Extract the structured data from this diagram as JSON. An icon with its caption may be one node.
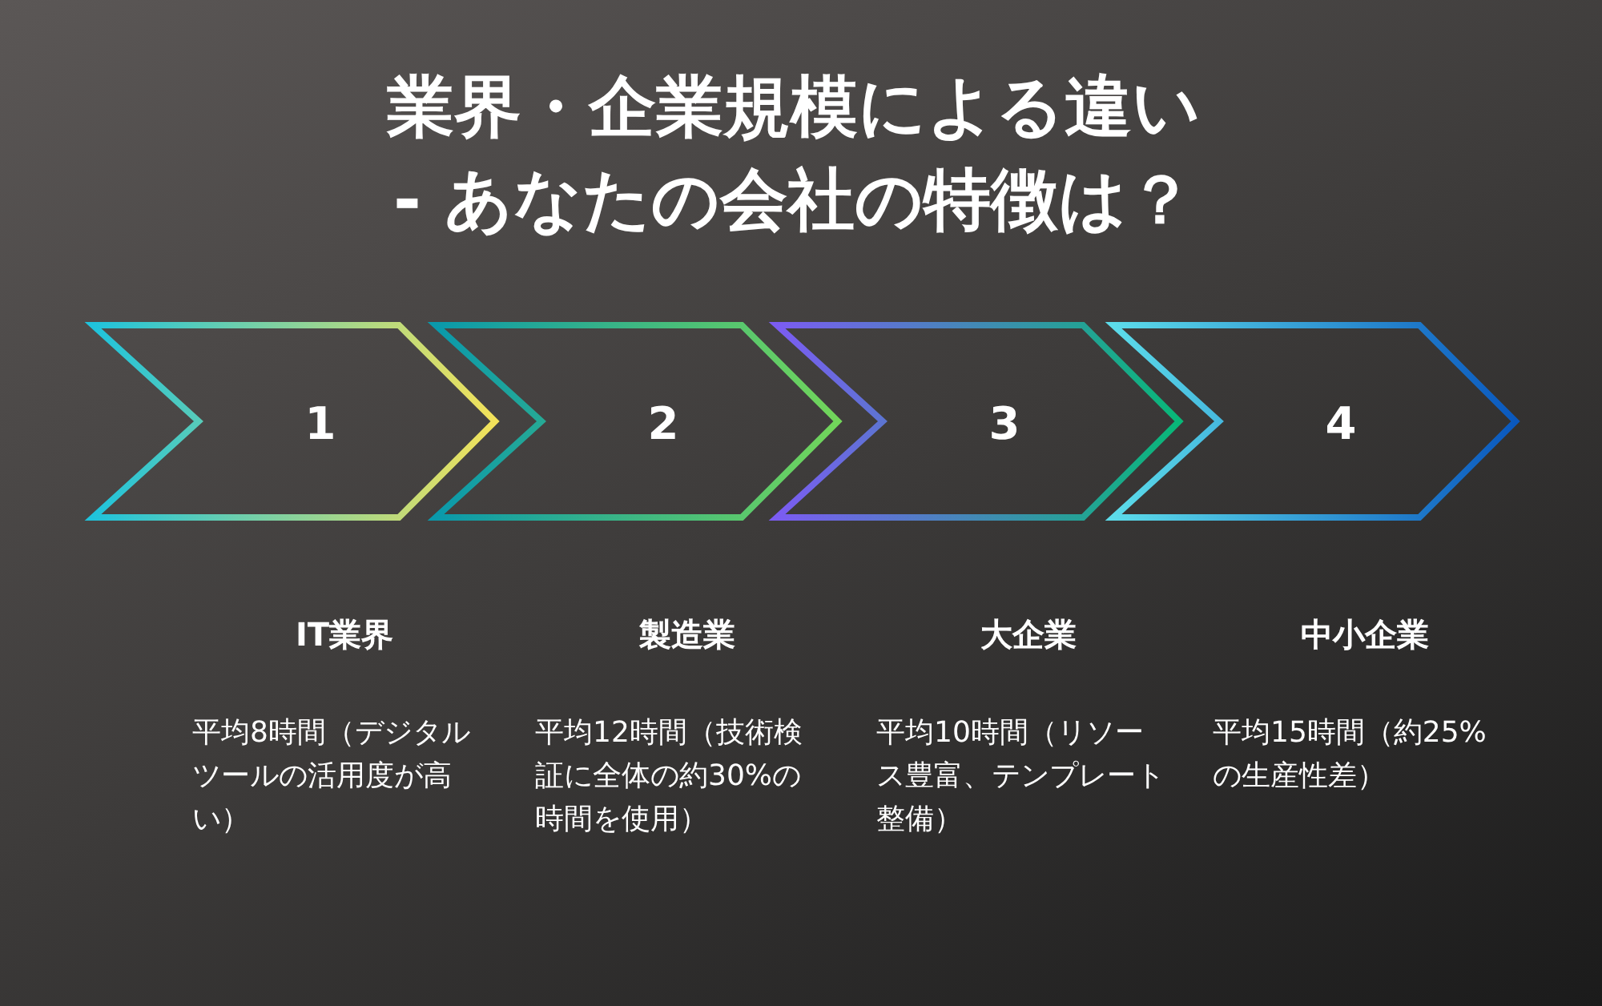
{
  "diagram": {
    "title": "業界・企業規模による違い - あなたの会社の特徴は？",
    "nodes": [
      {
        "text": [
          "1"
        ],
        "beside": [
          "IT業界",
          "平均8時間（デジタルツールの活用度が高い）"
        ]
      },
      {
        "text": [
          "2"
        ],
        "beside": [
          "製造業",
          "平均12時間（技術検証に全体の約30%の時間を使用）"
        ]
      },
      {
        "text": [
          "3"
        ],
        "beside": [
          "大企業",
          "平均10時間（リソース豊富、テンプレート整備）"
        ]
      },
      {
        "text": [
          "4"
        ],
        "beside": [
          "中小企業",
          "平均15時間（約25%の生産性差）"
        ]
      }
    ]
  }
}
